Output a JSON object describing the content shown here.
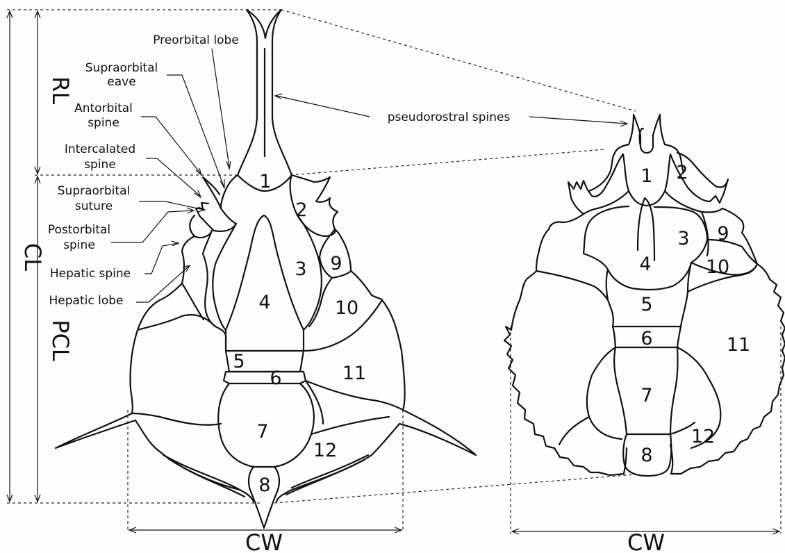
{
  "labels": {
    "preorbital_lobe": "Preorbital lobe",
    "supraorbital_eave_1": "Supraorbital",
    "supraorbital_eave_2": "eave",
    "antorbital_spine_1": "Antorbital",
    "antorbital_spine_2": "spine",
    "intercalated_spine_1": "Intercalated",
    "intercalated_spine_2": "spine",
    "supraorbital_suture_1": "Supraorbital",
    "supraorbital_suture_2": "suture",
    "postorbital_spine_1": "Postorbital",
    "postorbital_spine_2": "spine",
    "hepatic_spine": "Hepatic spine",
    "hepatic_lobe": "Hepatic lobe",
    "pseudorostral_spines": "pseudorostral spines"
  },
  "measurements": {
    "rl": "RL",
    "cl": "CL",
    "pcl": "PCL",
    "cw_left": "CW",
    "cw_right": "CW"
  },
  "regions_left": [
    "1",
    "2",
    "3",
    "4",
    "5",
    "6",
    "7",
    "8",
    "9",
    "10",
    "11",
    "12"
  ],
  "regions_right": [
    "1",
    "2",
    "3",
    "4",
    "5",
    "6",
    "7",
    "8",
    "9",
    "10",
    "11",
    "12"
  ]
}
